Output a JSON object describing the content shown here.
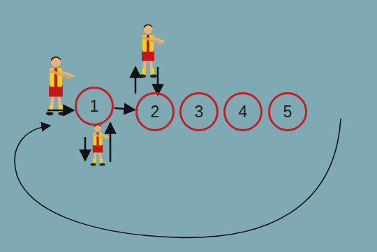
{
  "diagram": {
    "nodes": [
      {
        "text": [
          "1"
        ]
      },
      {
        "text": [
          "2"
        ]
      },
      {
        "text": [
          "3"
        ]
      },
      {
        "text": [
          "4"
        ]
      },
      {
        "text": [
          "5"
        ]
      }
    ],
    "edges": [
      {
        "from": 0,
        "to": 1,
        "arrow": "to"
      }
    ]
  }
}
